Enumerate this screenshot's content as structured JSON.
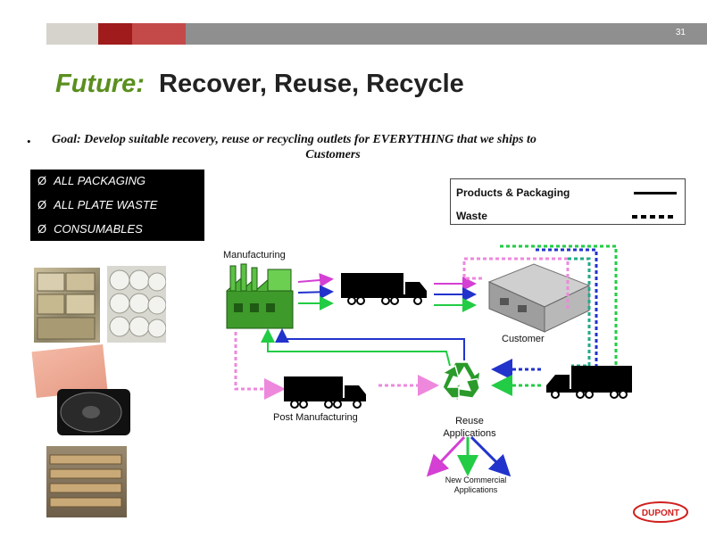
{
  "header": {
    "page_number": "31"
  },
  "title": {
    "prefix": "Future:",
    "text": "Recover, Reuse, Recycle"
  },
  "goal": {
    "bullet": "•",
    "line1": "Goal:  Develop suitable recovery, reuse or recycling outlets for EVERYTHING that we ships to",
    "line2": "Customers"
  },
  "categories": [
    {
      "arrow": "Ø",
      "label": "ALL PACKAGING"
    },
    {
      "arrow": "Ø",
      "label": "ALL PLATE WASTE"
    },
    {
      "arrow": "Ø",
      "label": "CONSUMABLES"
    }
  ],
  "legend": {
    "items": [
      {
        "label": "Products & Packaging",
        "style": "solid"
      },
      {
        "label": "Waste",
        "style": "dotted"
      }
    ]
  },
  "diagram": {
    "nodes": {
      "manufacturing": "Manufacturing",
      "customer": "Customer",
      "post_manufacturing": "Post Manufacturing",
      "reuse_line1": "Reuse",
      "reuse_line2": "Applications",
      "new_commercial_line1": "New Commercial",
      "new_commercial_line2": "Applications"
    },
    "flow_colors": {
      "magenta": "#d43fd4",
      "blue": "#2233cc",
      "green": "#22cc44",
      "pink": "#ee88dd",
      "teal": "#22aa88"
    }
  },
  "brand": {
    "logo_text": "DUPONT",
    "color": "#d0201e"
  },
  "colors": {
    "title_green": "#5a8f1e",
    "bar_gray": "#8f8f8f",
    "bar_red": "#a01c1c"
  }
}
